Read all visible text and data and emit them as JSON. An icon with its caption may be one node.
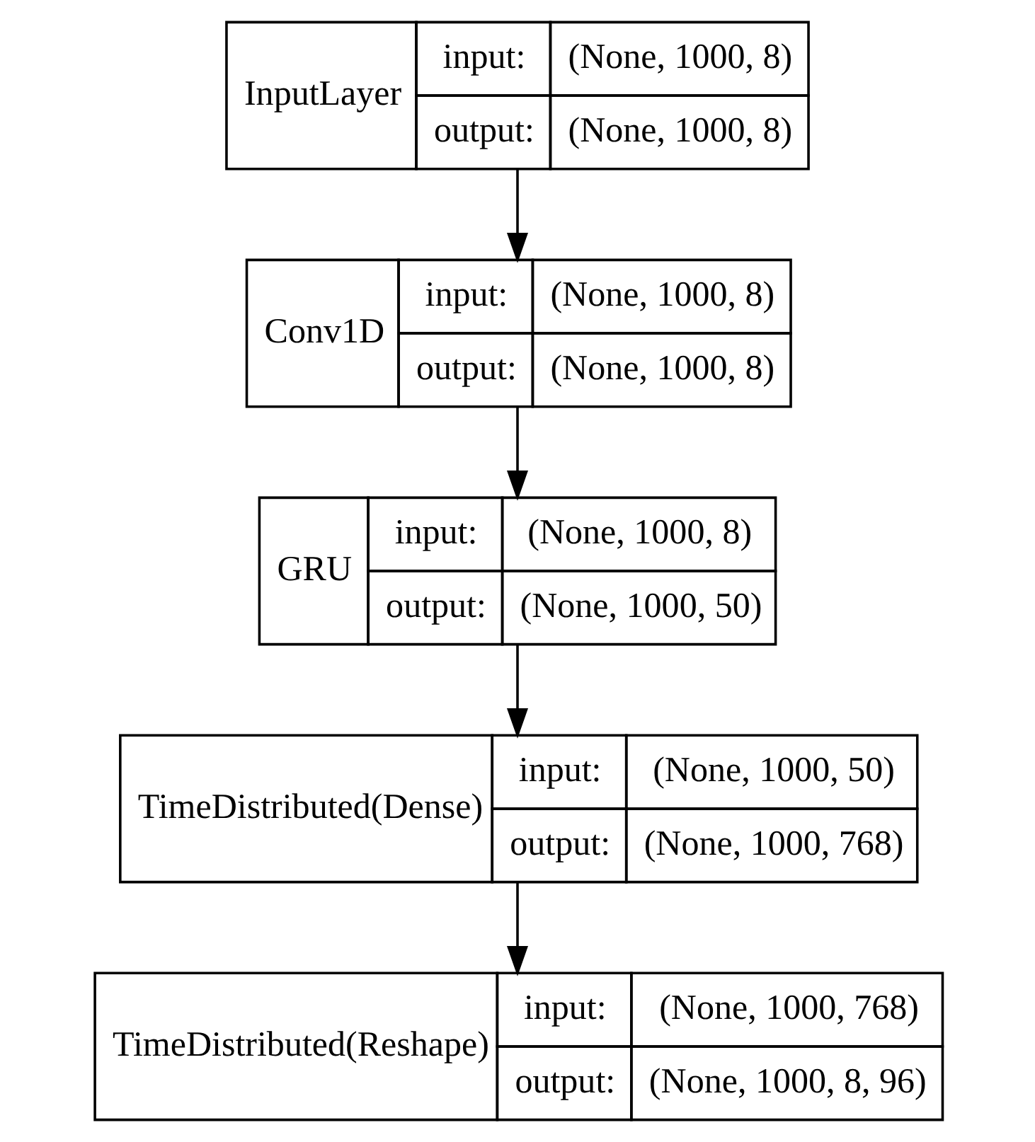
{
  "diagram": {
    "nodes": [
      {
        "text": [
          "InputLayer",
          "input:",
          "(None, 1000, 8)",
          "output:",
          "(None, 1000, 8)"
        ]
      },
      {
        "text": [
          "Conv1D",
          "input:",
          "(None, 1000, 8)",
          "output:",
          "(None, 1000, 8)"
        ]
      },
      {
        "text": [
          "GRU",
          "input:",
          "(None, 1000, 8)",
          "output:",
          "(None, 1000, 50)"
        ]
      },
      {
        "text": [
          "TimeDistributed(Dense)",
          "input:",
          "(None, 1000, 50)",
          "output:",
          "(None, 1000, 768)"
        ]
      },
      {
        "text": [
          "TimeDistributed(Reshape)",
          "input:",
          "(None, 1000, 768)",
          "output:",
          "(None, 1000, 8, 96)"
        ]
      }
    ],
    "edges": [
      {
        "from": 0,
        "to": 1,
        "arrow": "to"
      },
      {
        "from": 1,
        "to": 2,
        "arrow": "to"
      },
      {
        "from": 2,
        "to": 3,
        "arrow": "to"
      },
      {
        "from": 3,
        "to": 4,
        "arrow": "to"
      }
    ]
  }
}
